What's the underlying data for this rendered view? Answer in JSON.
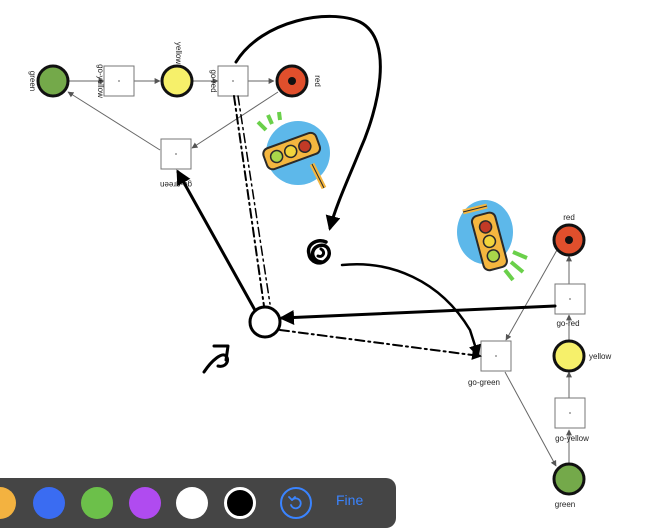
{
  "places_top": [
    {
      "label": "green",
      "color": "#74a94a"
    },
    {
      "label": "yellow",
      "color": "#f6f06a"
    },
    {
      "label": "red",
      "color": "#e04f2c"
    }
  ],
  "transitions_top": [
    {
      "label": "go-yellow"
    },
    {
      "label": "go-red"
    },
    {
      "label": "go-green"
    }
  ],
  "places_right": [
    {
      "label": "red",
      "color": "#e04f2c"
    },
    {
      "label": "yellow",
      "color": "#f6f06a"
    },
    {
      "label": "green",
      "color": "#74a94a"
    }
  ],
  "transitions_right": [
    {
      "label": "go-red"
    },
    {
      "label": "go-yellow"
    },
    {
      "label": "go-green"
    }
  ],
  "toolbar": {
    "colors": [
      "#f3b240",
      "#3a6cf2",
      "#6cc04a",
      "#b04bf0",
      "#ffffff",
      "#000000"
    ],
    "selected_index": 5,
    "undo_icon": "undo-icon",
    "done_label": "Fine"
  },
  "icons": {
    "traffic_light": "traffic-light-icon"
  }
}
